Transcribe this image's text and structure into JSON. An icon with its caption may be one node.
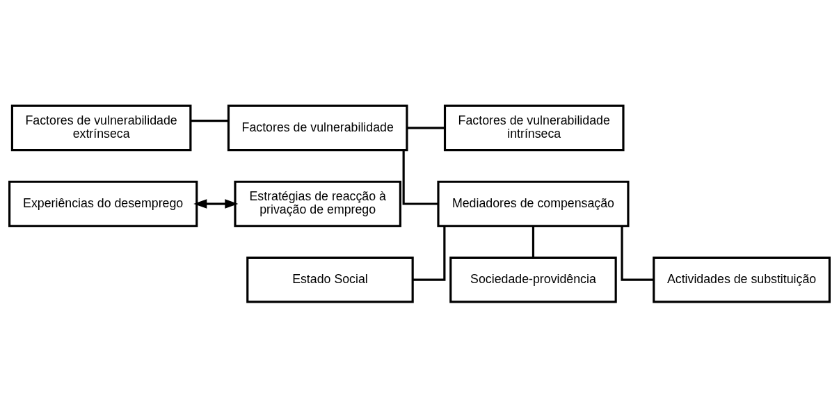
{
  "diagram": {
    "nodes": [
      {
        "text": [
          "Factores de vulnerabilidade extrínseca"
        ]
      },
      {
        "text": [
          "Factores de vulnerabilidade intrínseca"
        ]
      },
      {
        "text": [
          "Factores de vulnerabilidade"
        ]
      },
      {
        "text": [
          "Experiências do desemprego"
        ]
      },
      {
        "text": [
          "Estratégias de reacção à privação de emprego"
        ]
      },
      {
        "text": [
          "Mediadores de compensação"
        ]
      },
      {
        "text": [
          "Estado Social"
        ]
      },
      {
        "text": [
          "Sociedade-providência"
        ]
      },
      {
        "text": [
          "Actividades de substituição"
        ]
      }
    ],
    "edges": [
      {
        "from": 0,
        "to": 2,
        "arrow": "none"
      },
      {
        "from": 2,
        "to": 1,
        "arrow": "none"
      },
      {
        "from": 2,
        "to": 5,
        "arrow": "none"
      },
      {
        "from": 3,
        "to": 4,
        "arrow": "both"
      },
      {
        "from": 5,
        "to": 6,
        "arrow": "none"
      },
      {
        "from": 5,
        "to": 7,
        "arrow": "none"
      },
      {
        "from": 5,
        "to": 8,
        "arrow": "none"
      }
    ]
  }
}
